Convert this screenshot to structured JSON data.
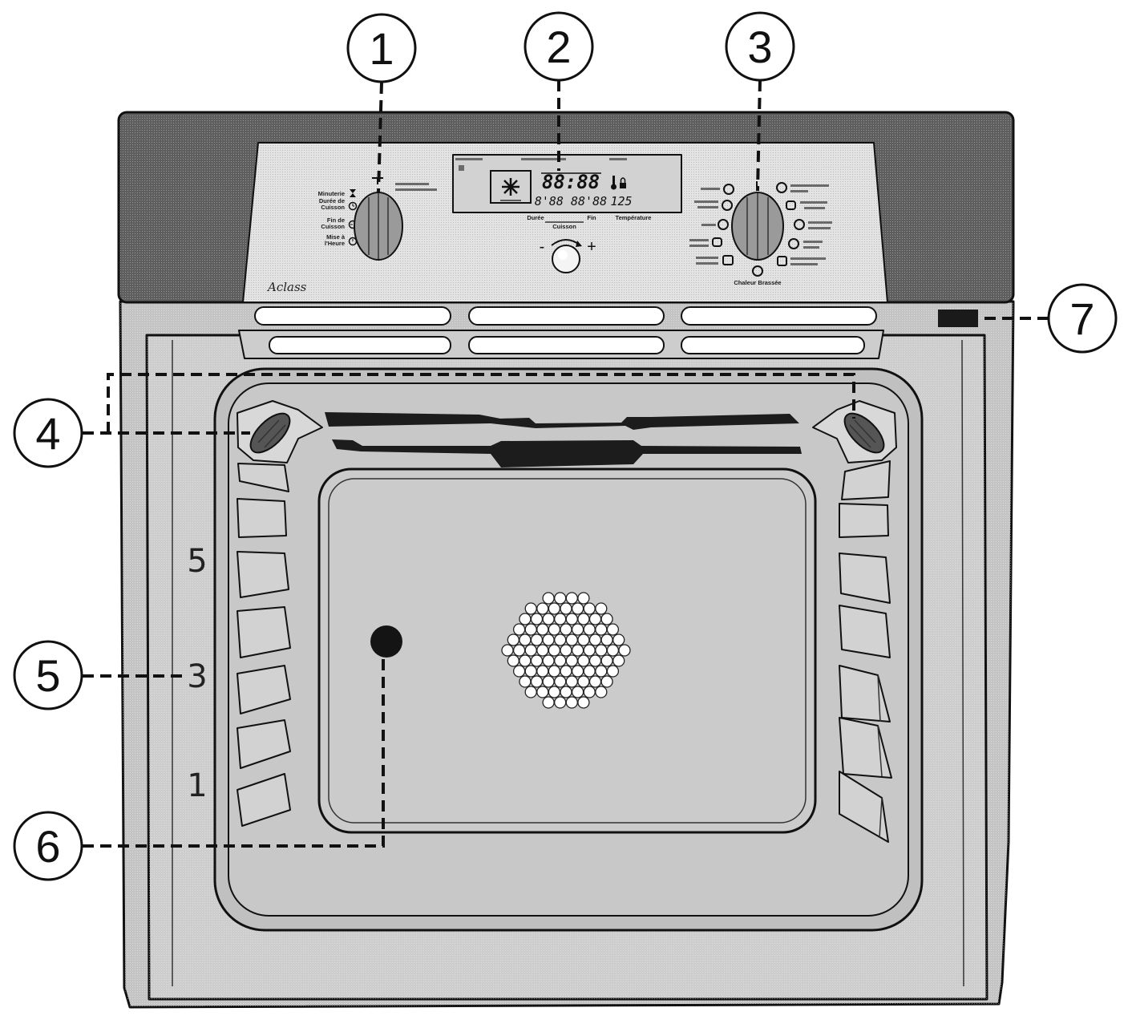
{
  "callouts": [
    {
      "label": "1"
    },
    {
      "label": "2"
    },
    {
      "label": "3"
    },
    {
      "label": "4"
    },
    {
      "label": "5"
    },
    {
      "label": "6"
    },
    {
      "label": "7"
    }
  ],
  "rack_levels": [
    "5",
    "3",
    "1"
  ],
  "control_panel": {
    "logo": "Aclass",
    "timer_knob_labels": [
      {
        "line1": "Minuterie",
        "line2": ""
      },
      {
        "line1": "Durée de",
        "line2": "Cuisson"
      },
      {
        "line1": "Fin de",
        "line2": "Cuisson"
      },
      {
        "line1": "Mise à",
        "line2": "l'Heure"
      }
    ],
    "display": {
      "main": "88:88",
      "secondary": "8'88 88'88",
      "temperature": "125",
      "captions": [
        "Durée",
        "Fin",
        "Température"
      ],
      "caption_sub": "Cuisson"
    },
    "adjust_minus": "-",
    "adjust_plus": "+",
    "mode_knob_bottom_label": "Chaleur Brassée"
  },
  "icons": [
    "snowflake-icon",
    "thermometer-icon",
    "lock-icon",
    "hourglass-icon",
    "clock-icon"
  ],
  "colors": {
    "panel_dark": "#5e5e5e",
    "panel_light": "#e3e3e3",
    "body": "#c4c4c4",
    "door": "#cdcdcd",
    "window": "#c0c0c0",
    "cavity": "#c8c8c8",
    "back_panel": "#cbcbcb",
    "element": "#1c1c1c",
    "lens": "#555555",
    "display": "#d2d2d2"
  }
}
